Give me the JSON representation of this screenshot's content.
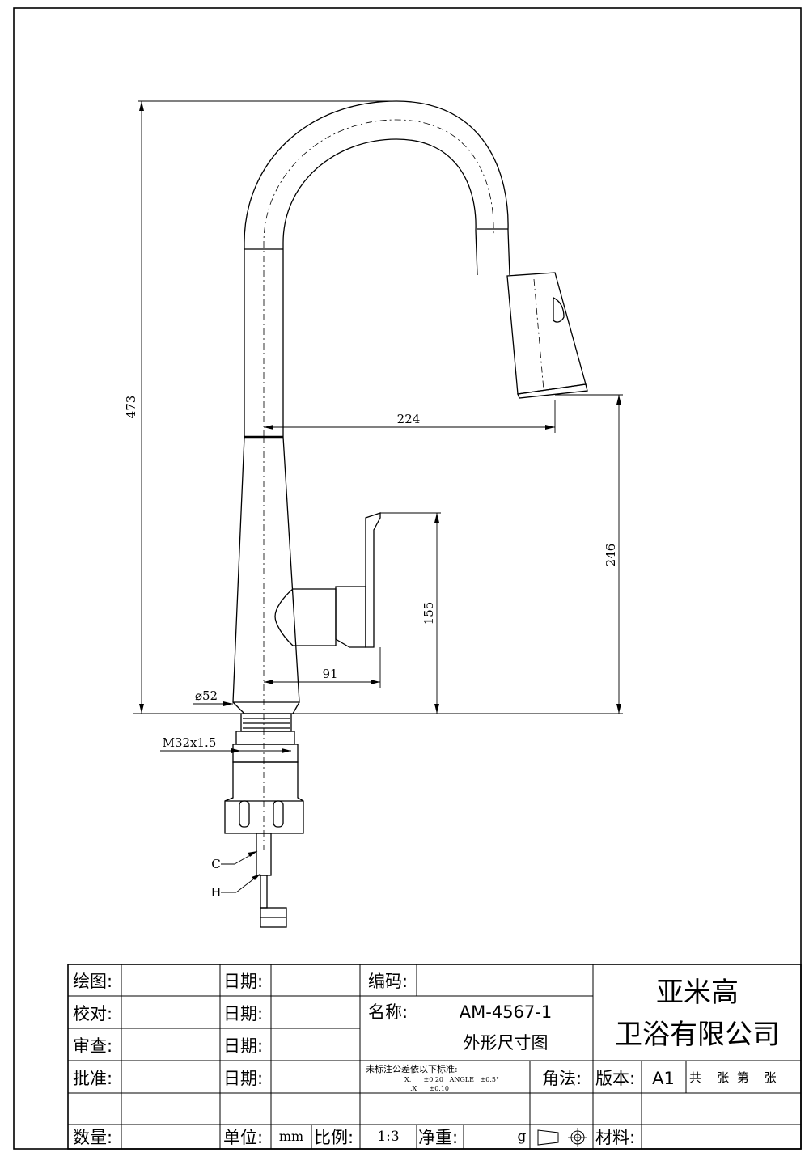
{
  "dimensions": {
    "total_height": "473",
    "spout_reach": "224",
    "spout_height": "246",
    "handle_height": "155",
    "handle_reach": "91",
    "base_diameter": "⌀52",
    "thread": "M32x1.5",
    "cold_label": "C",
    "hot_label": "H"
  },
  "title_block": {
    "drawn_label": "绘图:",
    "checked_label": "校对:",
    "reviewed_label": "审查:",
    "approved_label": "批准:",
    "quantity_label": "数量:",
    "date_label": "日期:",
    "code_label": "编码:",
    "name_label": "名称:",
    "model": "AM-4567-1",
    "drawing_name": "外形尺寸图",
    "tolerance_title": "未标注公差依以下标准:",
    "tolerance_line1": "X.      ±0.20   ANGLE   ±0.5°",
    "tolerance_line2": ".X      ±0.10",
    "projection_label": "角法:",
    "version_label": "版本:",
    "version": "A1",
    "sheets": "共    张  第    张",
    "unit_label": "单位:",
    "unit": "mm",
    "scale_label": "比例:",
    "scale": "1:3",
    "net_weight_label": "净重:",
    "weight_unit": "g",
    "material_label": "材料:",
    "company_line1": "亚米高",
    "company_line2": "卫浴有限公司"
  }
}
